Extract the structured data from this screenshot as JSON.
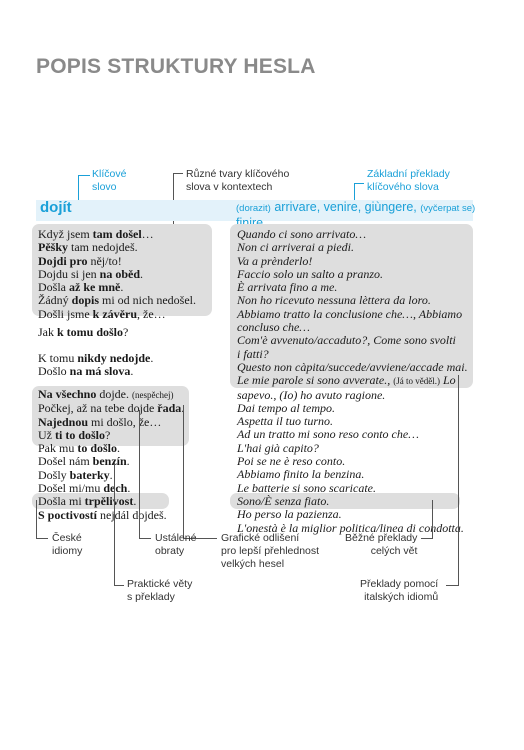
{
  "title": "POPIS STRUKTURY HESLA",
  "labels": {
    "key_words": "Klíčové\nslovo",
    "forms": "Různé tvary klíčového\nslova v kontextech",
    "basic_translations": "Základní překlady\nklíčového slova",
    "czech_idioms": "České\nidiomy",
    "fixed_phrases": "Ustálené\nobraty",
    "graphic_distinction": "Grafické odlišení\npro lepší přehlednost\nvelkých hesel",
    "common_translations": "Běžné překlady\ncelých vět",
    "practical_sentences": "Praktické věty\ns překlady",
    "idiom_translations": "Překlady pomocí\nitalských idiomů"
  },
  "headword": "dojít",
  "header_translation": {
    "note1": "(dorazit)",
    "words": "arrivare, venire, giùngere,",
    "note2": "(vyčerpat se)",
    "word2": "finire"
  },
  "czech_lines": [
    [
      "Když jsem ",
      "tam došel",
      "…"
    ],
    [
      "",
      "Pěšky",
      " tam nedojdeš."
    ],
    [
      "",
      "Dojdi pro",
      " něj/to!"
    ],
    [
      "Dojdu si jen ",
      "na oběd",
      "."
    ],
    [
      "Došla ",
      "až ke mně",
      "."
    ],
    [
      "Žádný ",
      "dopis",
      " mi od nich nedošel."
    ],
    [
      "Došli jsme ",
      "k závěru",
      ", že…"
    ],
    [
      "Jak ",
      "k tomu došlo",
      "?"
    ],
    [
      "K tomu ",
      "nikdy nedojde",
      "."
    ],
    [
      "Došlo ",
      "na má slova",
      "."
    ],
    [
      "",
      "Na všechno",
      " dojde."
    ],
    [
      "Počkej, až na tebe dojde ",
      "řada",
      "."
    ],
    [
      "",
      "Najednou",
      " mi došlo, že…"
    ],
    [
      "Už ",
      "ti to došlo",
      "?"
    ],
    [
      "Pak mu ",
      "to došlo",
      "."
    ],
    [
      "Došel nám ",
      "benzín",
      "."
    ],
    [
      "Došly ",
      "baterky",
      "."
    ],
    [
      "Došel mi/mu ",
      "dech",
      "."
    ],
    [
      "Došla mi ",
      "trpělivost",
      "."
    ],
    [
      "",
      "S poctivostí",
      " nejdál dojdeš."
    ]
  ],
  "czech_note_nespechej": "(nespěchej)",
  "italian_lines": [
    "Quando ci sono arrivato…",
    "Non ci arriverai a piedi.",
    "Va a prènderlo!",
    "Faccio solo un salto a pranzo.",
    "È arrivata fino a me.",
    "Non ho ricevuto nessuna lèttera da loro.",
    "Abbiamo tratto la conclusione che…, Abbiamo",
    "concluso che…",
    "Com'è avvenuto/accaduto?, Come sono svolti",
    "i fatti?",
    "Questo non càpita/succede/avviene/accade mai.",
    "Le mie parole si sono avverate.,",
    "sapevo., (Io) ho avuto ragione.",
    "Dai tempo al tempo.",
    "Aspetta il tuo turno.",
    "Ad un tratto mi sono reso conto che…",
    "L'hai già capito?",
    "Poi se ne è reso conto.",
    "Abbiamo finito la benzina.",
    "Le batterie si sono scaricate.",
    "Sono/È senza fiato.",
    "Ho perso la pazienza.",
    "L'onestà è la miglior politica/linea di condotta."
  ],
  "italian_note_vedel": "(Já to věděl.)",
  "italian_tail_lo": " Lo"
}
